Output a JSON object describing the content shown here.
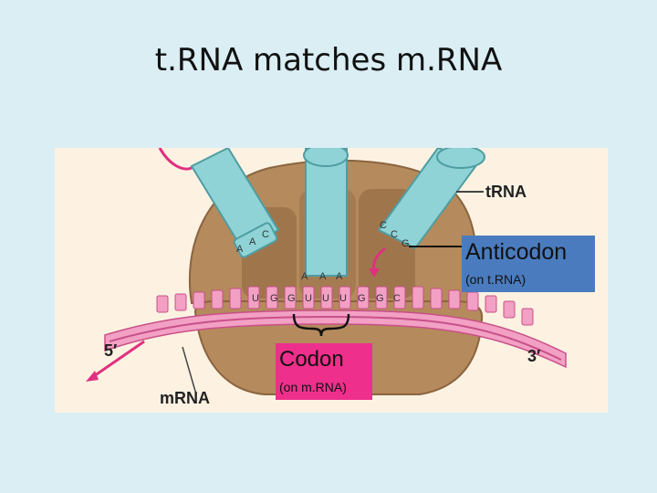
{
  "title": "t.RNA matches m.RNA",
  "figure": {
    "trna_label": "tRNA",
    "mrna_label": "mRNA",
    "five_prime": "5′",
    "three_prime": "3′",
    "left_anticodon": [
      "A",
      "A",
      "C"
    ],
    "middle_anticodon": [
      "A",
      "A",
      "A"
    ],
    "right_anticodon": [
      "C",
      "C",
      "G"
    ],
    "mrna_bases": [
      "U",
      "G",
      "G",
      "U",
      "U",
      "U",
      "G",
      "G",
      "C"
    ]
  },
  "anticodon_callout": {
    "label": "Anticodon",
    "sub": "(on t.RNA)"
  },
  "codon_callout": {
    "label": "Codon",
    "sub": "(on m.RNA)"
  },
  "colors": {
    "background": "#daeef4",
    "figure_bg": "#fdf2e2",
    "ribosome": "#b58a5c",
    "trna": "#8fd3d6",
    "mrna": "#f2a0c4",
    "accent_pink": "#e0307f",
    "anticodon_box": "#4a7bbf",
    "codon_box": "#ee2f8c"
  }
}
